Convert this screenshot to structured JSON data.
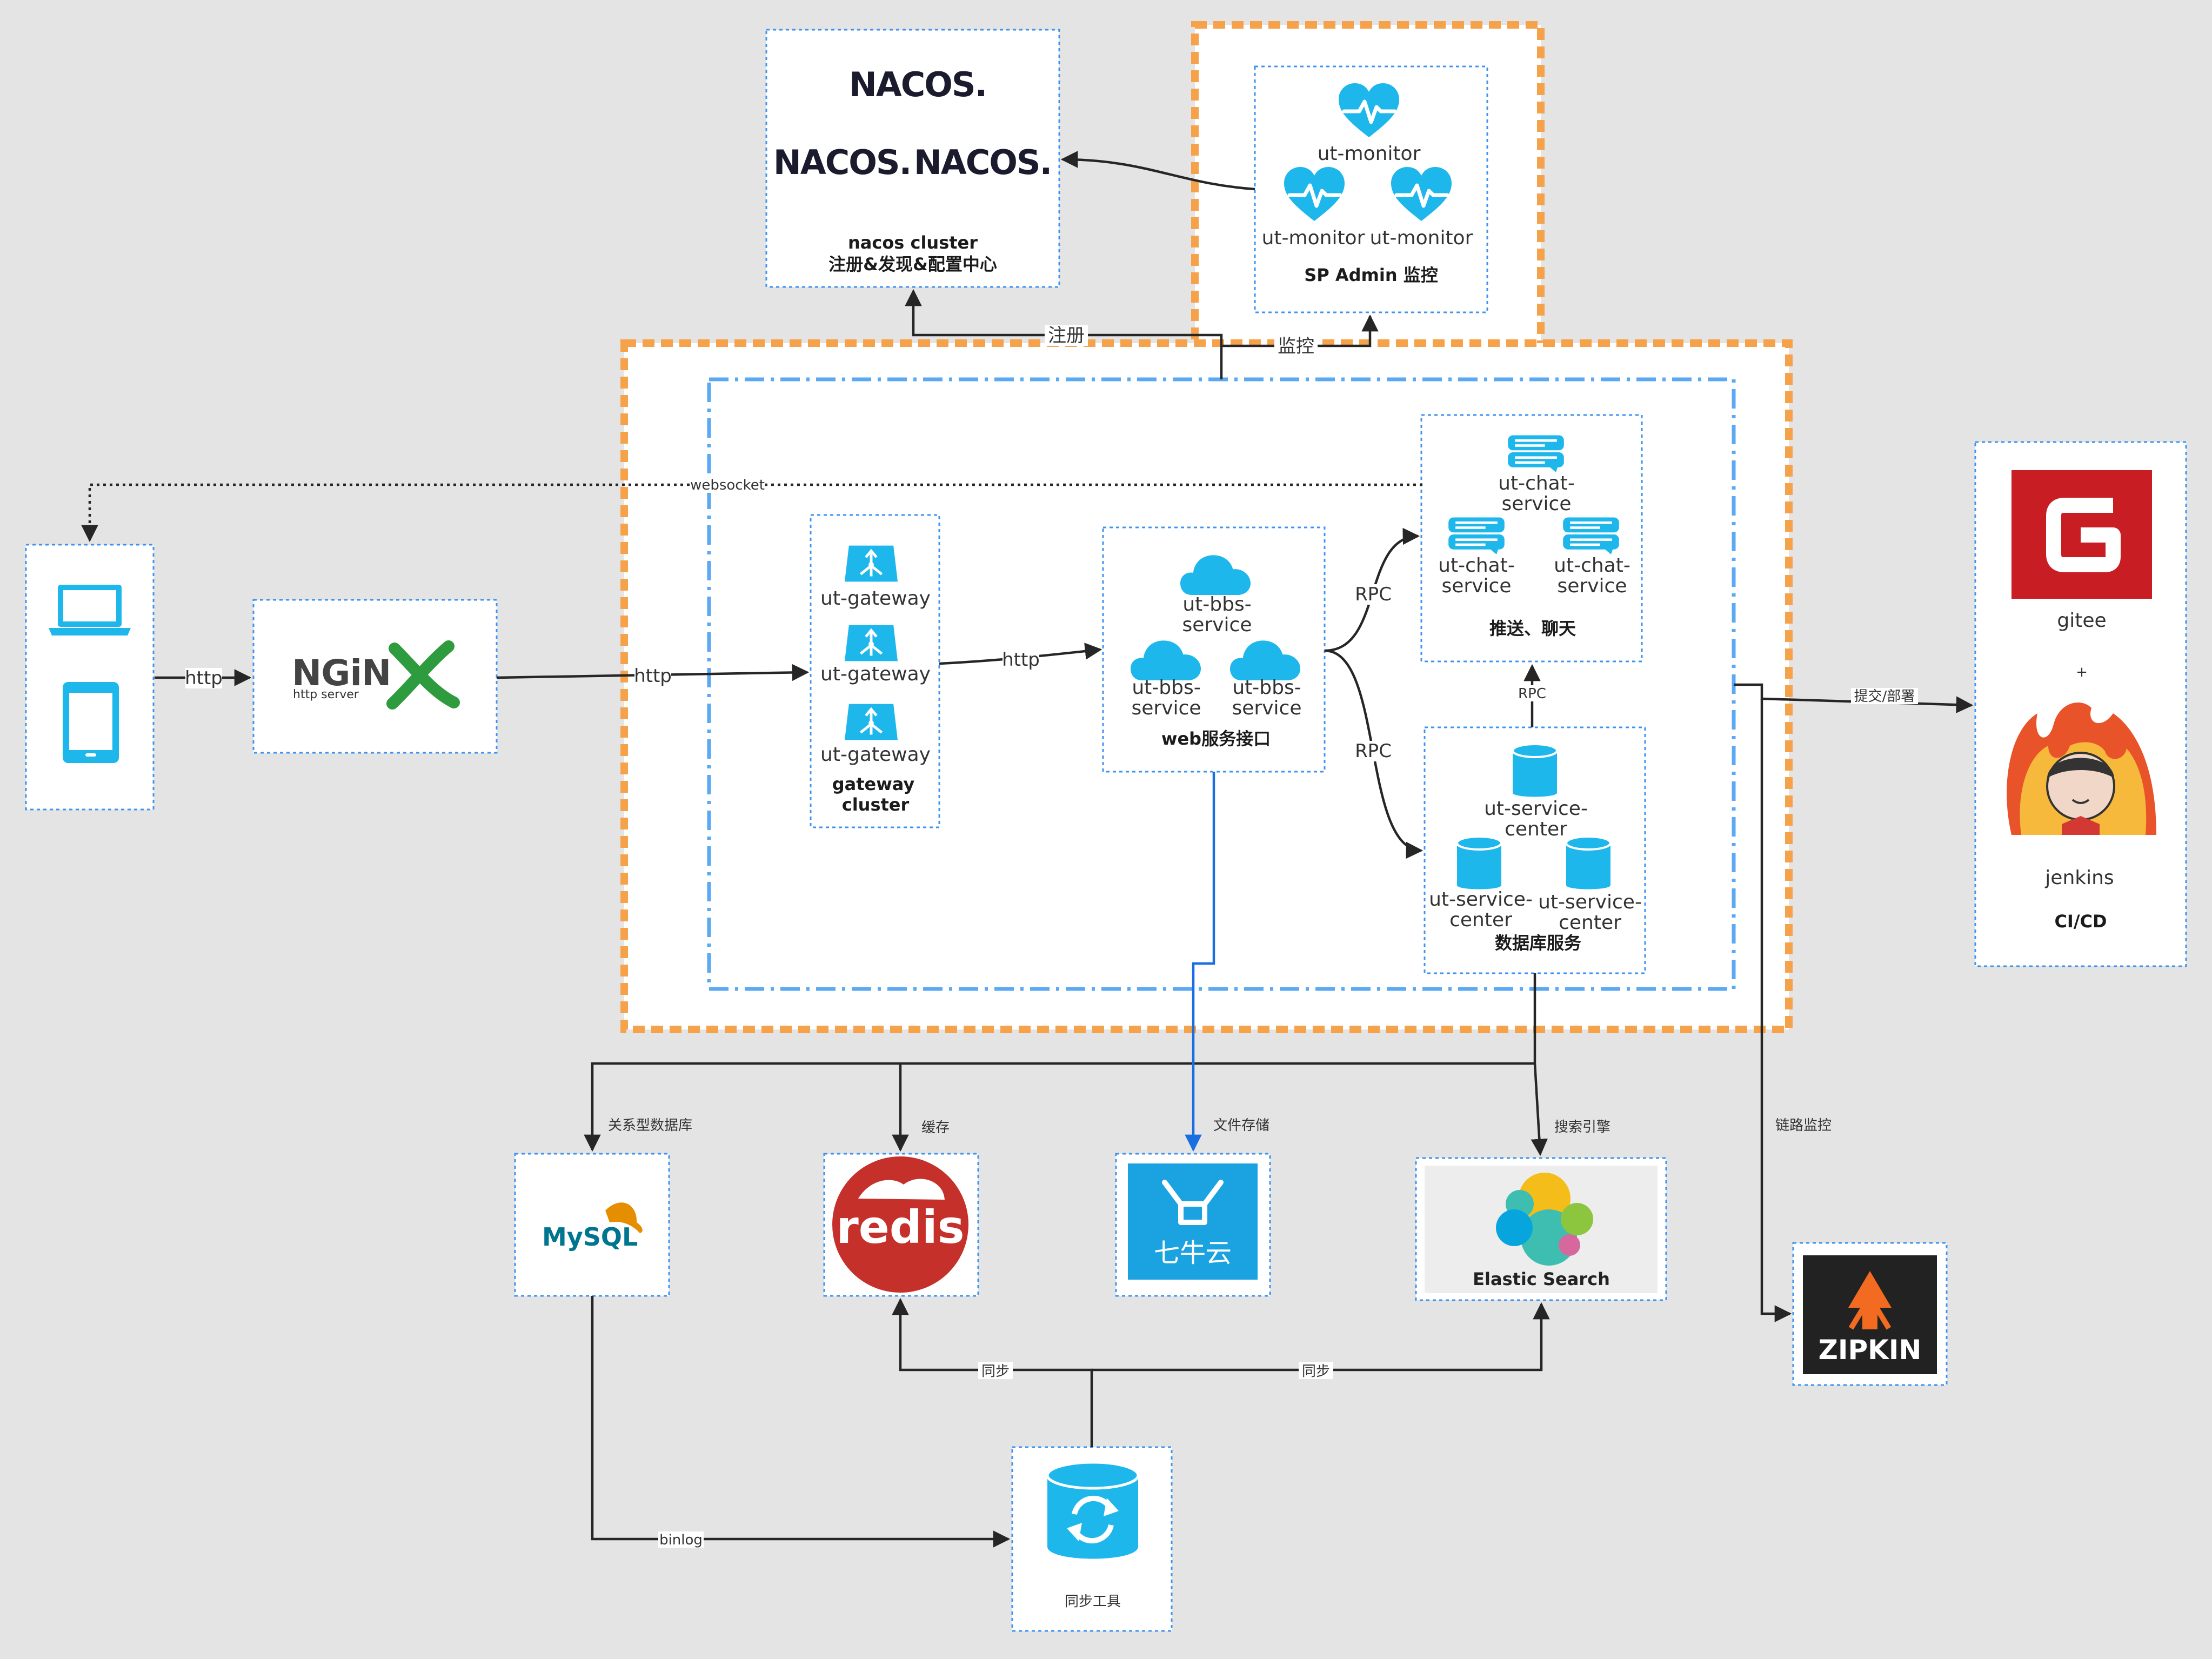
{
  "nacos": {
    "logo_text": "NACOS.",
    "title": "nacos cluster",
    "subtitle": "注册&发现&配置中心"
  },
  "admin": {
    "monitor_label": "ut-monitor",
    "title": "SP Admin 监控"
  },
  "client": {
    "devices": [
      "laptop-icon",
      "tablet-icon"
    ]
  },
  "nginx": {
    "logo_text": "NGiNX",
    "logo_sub": "http server"
  },
  "gateway": {
    "node_label": "ut-gateway",
    "title_line1": "gateway",
    "title_line2": "cluster"
  },
  "web": {
    "node_line1": "ut-bbs-",
    "node_line2": "service",
    "title": "web服务接口"
  },
  "chat": {
    "node_line1": "ut-chat-",
    "node_line2": "service",
    "title": "推送、聊天"
  },
  "db_service": {
    "node_line1": "ut-service-",
    "node_line2": "center",
    "title": "数据库服务"
  },
  "cicd": {
    "gitee_label": "gitee",
    "plus": "+",
    "jenkins_label": "jenkins",
    "title": "CI/CD"
  },
  "storage": {
    "mysql_logo": "MySQL",
    "redis_logo": "redis",
    "qiniu_logo": "七牛云",
    "es_label": "Elastic Search",
    "zipkin_logo": "ZIPKIN"
  },
  "sync": {
    "title": "同步工具"
  },
  "edges": {
    "register": "注册",
    "monitor": "监控",
    "websocket": "websocket",
    "http_client": "http",
    "http_nginx": "http",
    "http_gateway": "http",
    "rpc_chat": "RPC",
    "rpc_db": "RPC",
    "rpc_up": "RPC",
    "commit_deploy": "提交/部署",
    "trace": "链路监控",
    "mysql": "关系型数据库",
    "cache": "缓存",
    "file_store": "文件存储",
    "search": "搜索引擎",
    "sync_redis": "同步",
    "sync_es": "同步",
    "binlog": "binlog"
  },
  "colors": {
    "accent_blue": "#1eb7ec",
    "dash_border": "#3c93f0",
    "orange_frame": "#f6a24a",
    "gitee_red": "#c71d23",
    "redis_red": "#c6302b",
    "qiniu_blue": "#1aa3e0",
    "zipkin_orange": "#f26b21"
  }
}
